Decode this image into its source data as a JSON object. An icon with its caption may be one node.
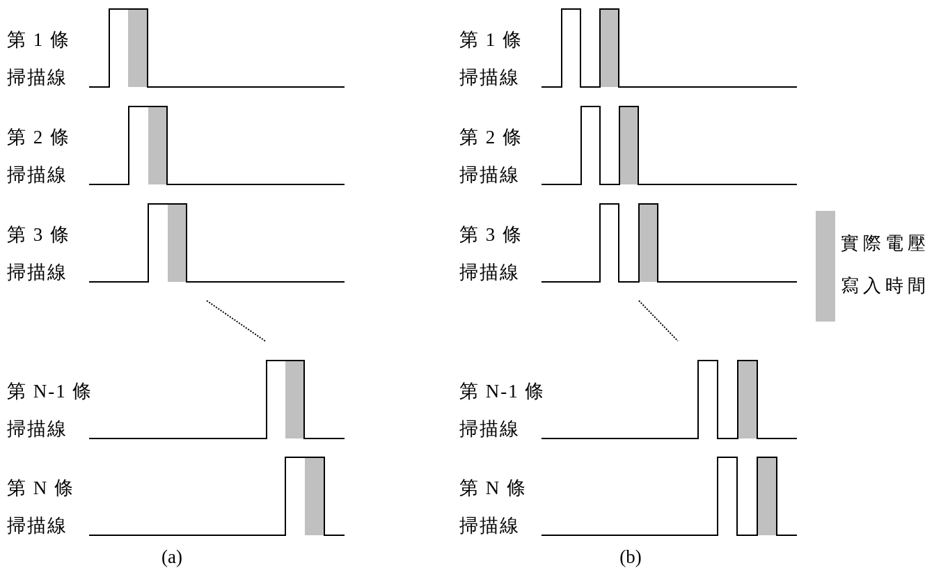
{
  "diagram": {
    "labels": [
      "第 1 條",
      "掃描線",
      "第 2 條",
      "掃描線",
      "第 3 條",
      "掃描線",
      "第 N-1 條",
      "掃描線",
      "第 N 條",
      "掃描線",
      "(a)",
      "第 1 條",
      "掃描線",
      "第 2 條",
      "掃描線",
      "第 3 條",
      "掃描線",
      "第 N-1 條",
      "掃描線",
      "第 N 條",
      "掃描線",
      "(b)"
    ],
    "legend": [
      {
        "text": "實際電壓寫入時間",
        "color": "#c0c0c0"
      }
    ]
  }
}
